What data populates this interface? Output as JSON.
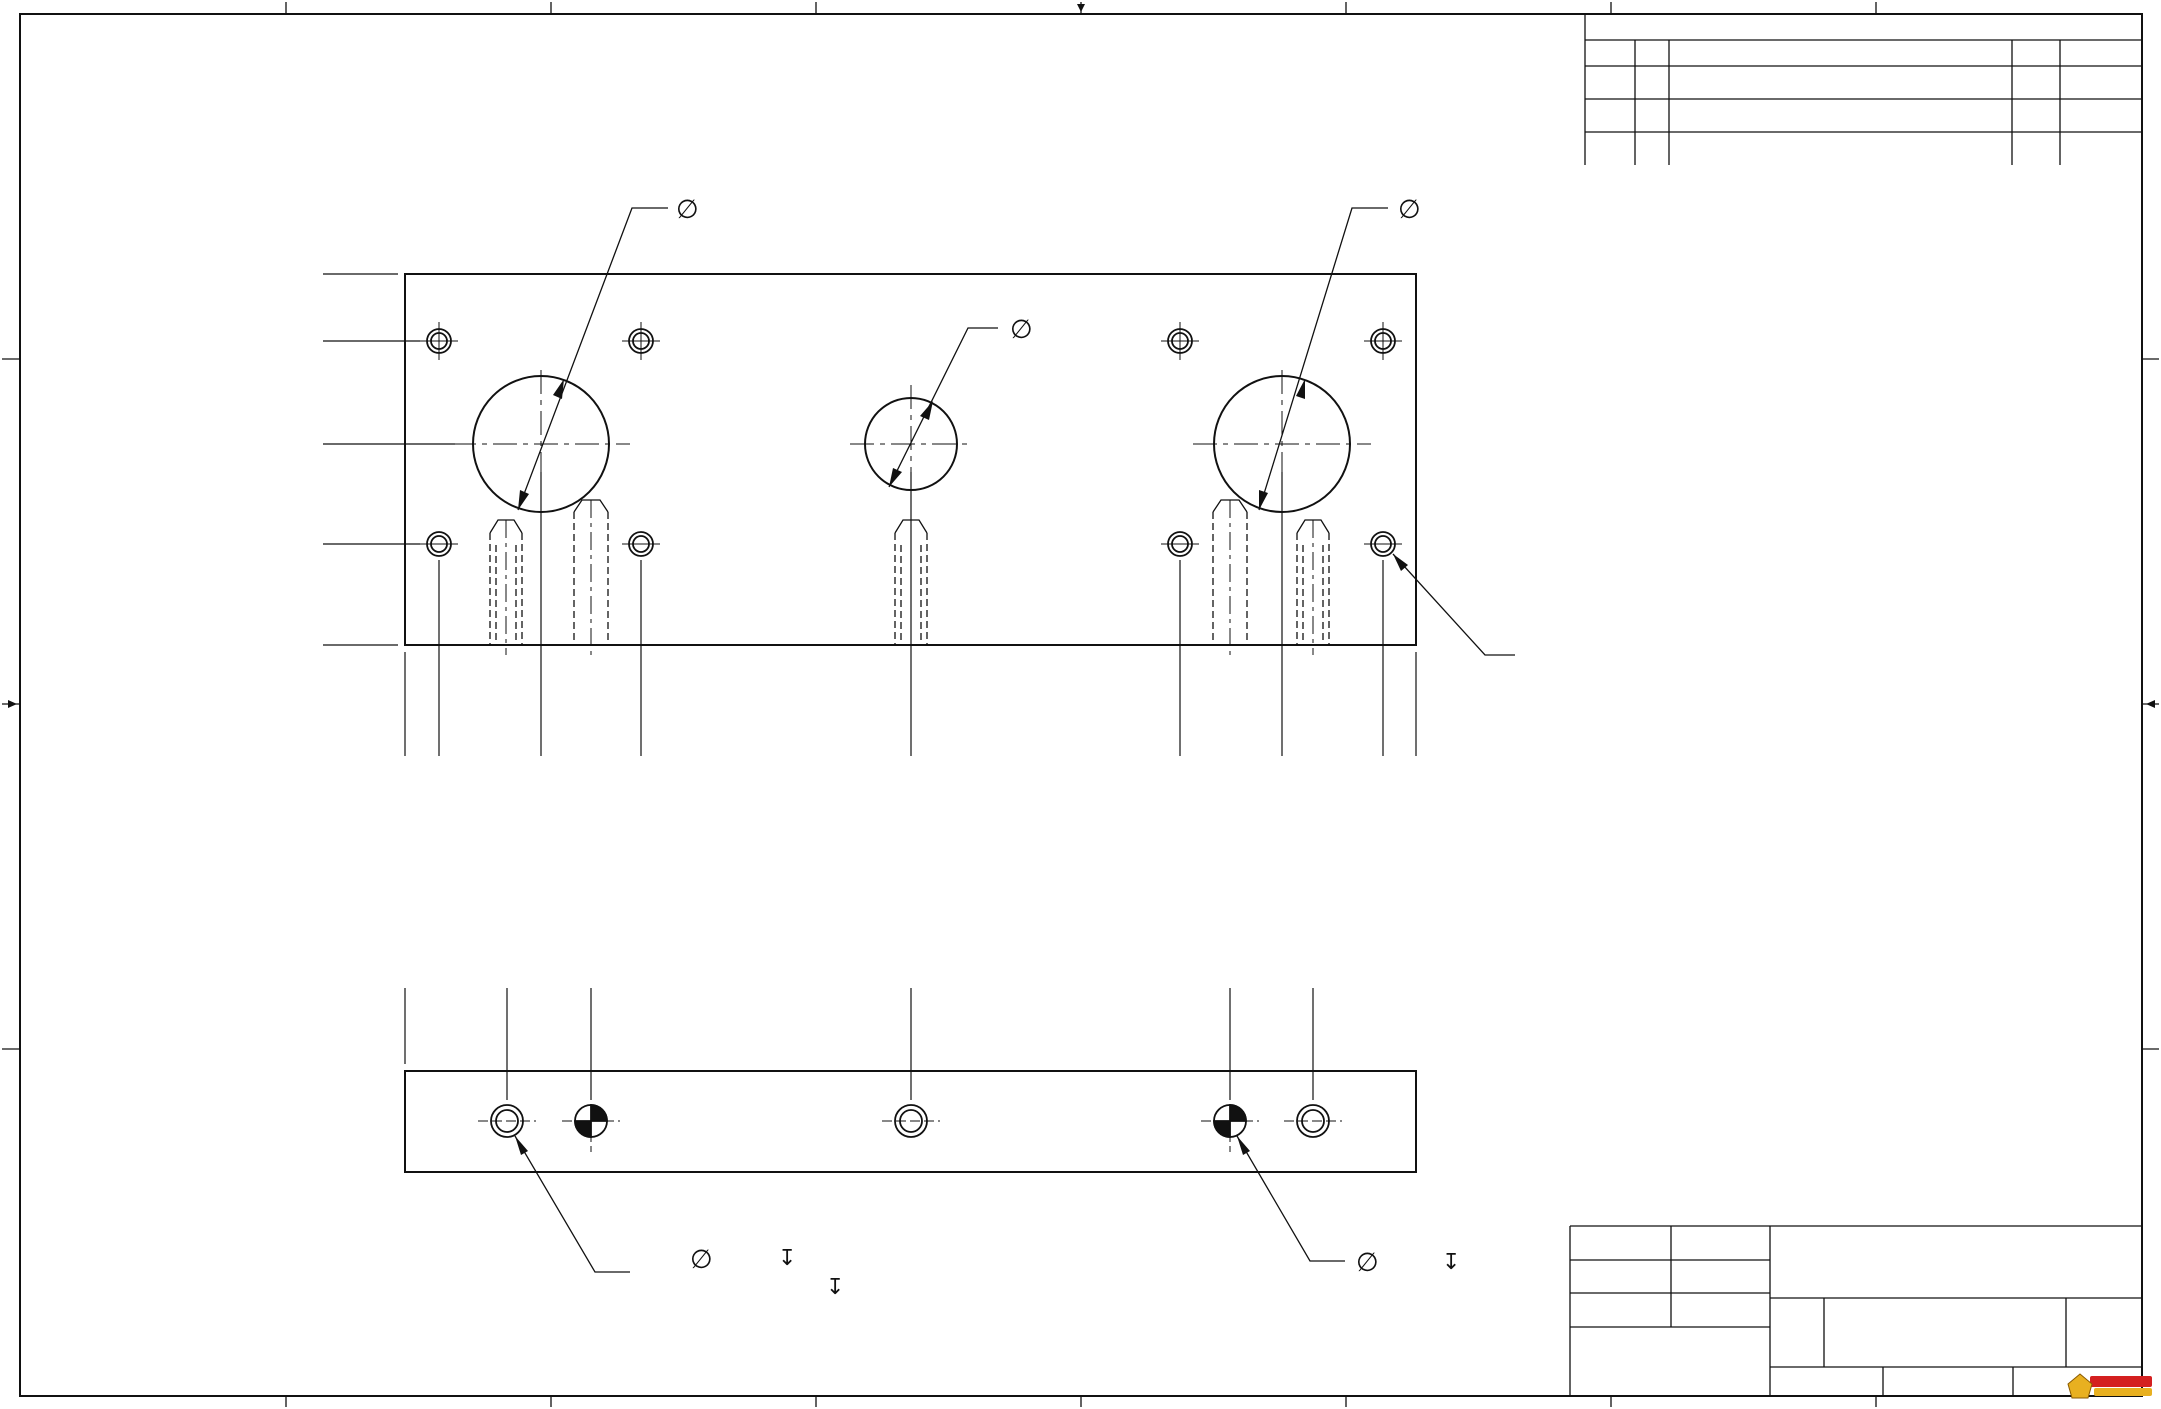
{
  "sheet": {
    "line_color": "#111111",
    "paper_color": "#ffffff",
    "diameter_symbol": "∅",
    "depth_symbol": "↧"
  },
  "front_view": {
    "callouts": [
      {
        "id": "left-big-hole",
        "symbol": "∅"
      },
      {
        "id": "center-hole",
        "symbol": "∅"
      },
      {
        "id": "right-big-hole",
        "symbol": "∅"
      }
    ]
  },
  "bottom_view": {
    "callouts": [
      {
        "id": "left-hole",
        "symbol": "∅",
        "depth_symbols": [
          "↧",
          "↧"
        ]
      },
      {
        "id": "right-pin-hole",
        "symbol": "∅",
        "depth_symbols": [
          "↧"
        ]
      }
    ]
  },
  "logo": {
    "colors": [
      "#e8b020",
      "#d42020"
    ]
  }
}
